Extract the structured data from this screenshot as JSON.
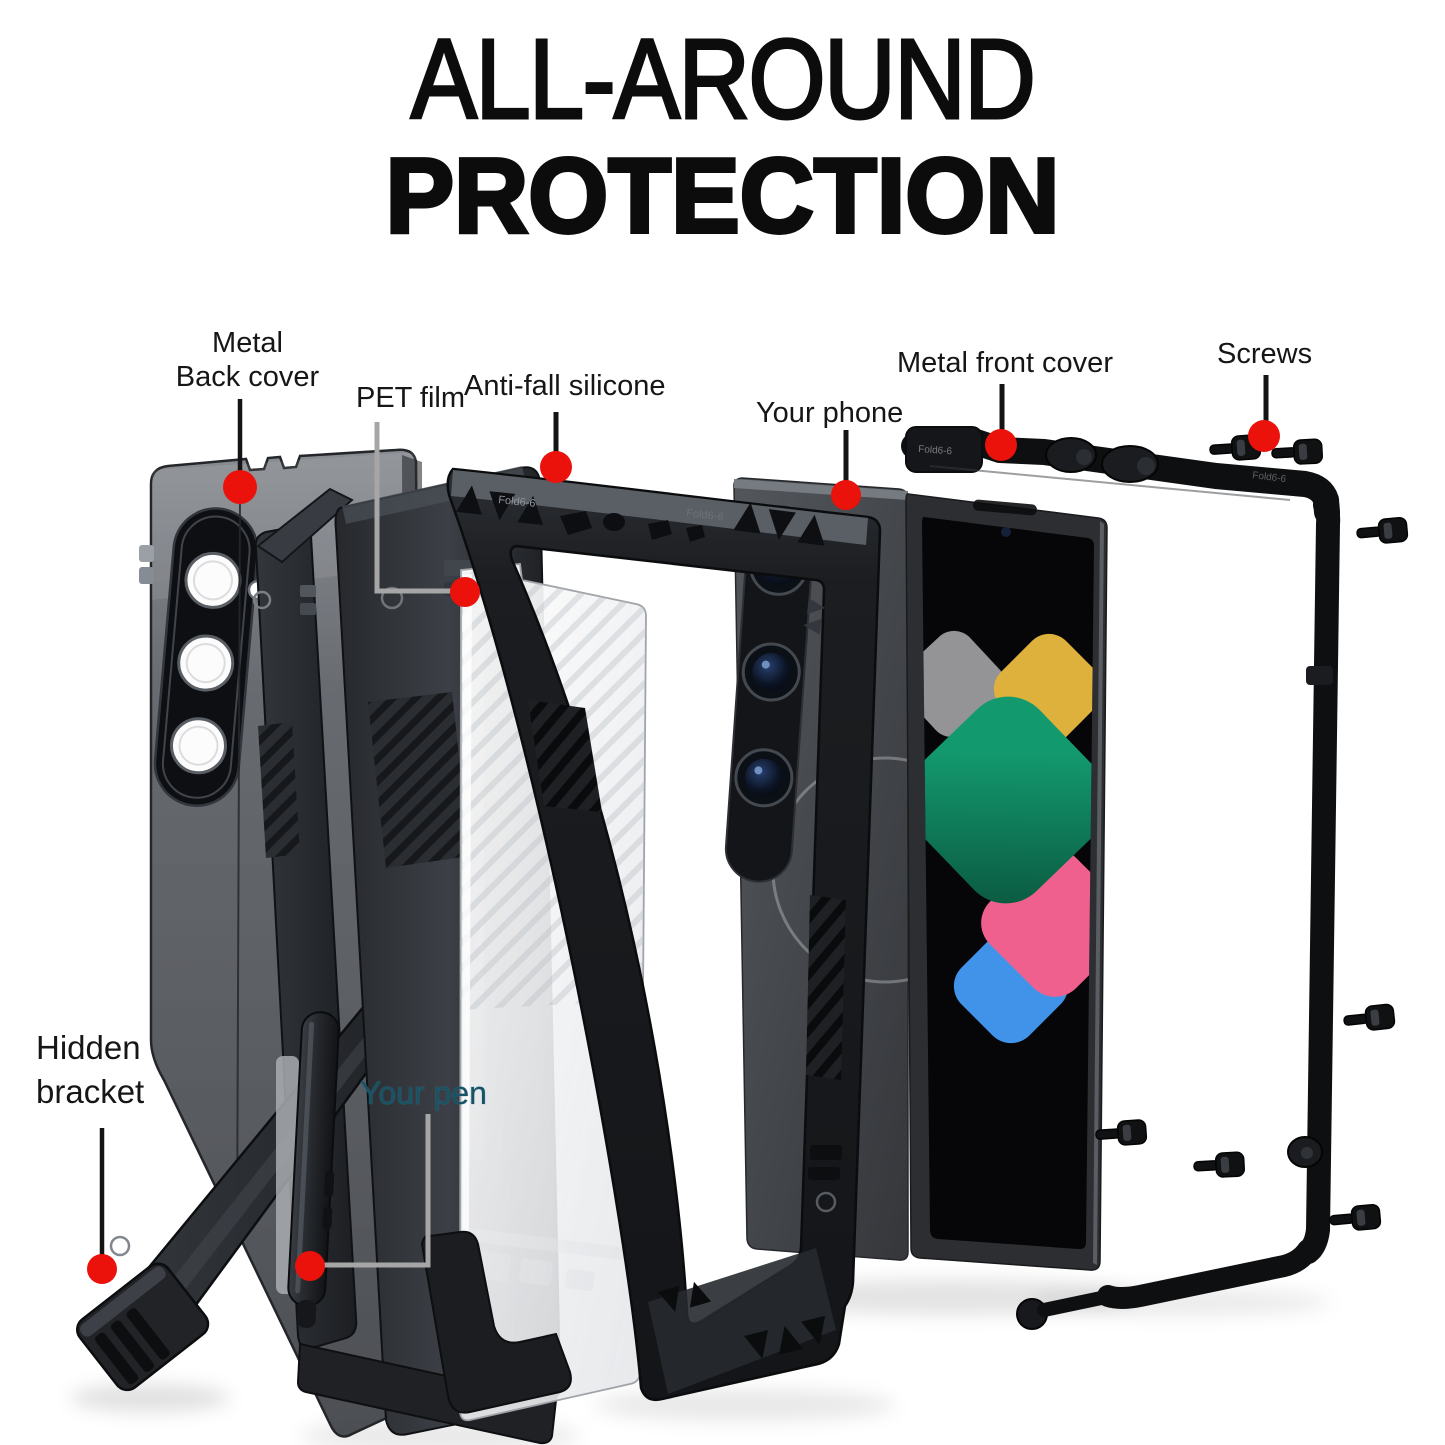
{
  "title": {
    "line1": "ALL-AROUND",
    "line2": "PROTECTION"
  },
  "labels": {
    "metal_back_cover": {
      "line1": "Metal",
      "line2": "Back cover"
    },
    "pet_film": {
      "text": "PET film"
    },
    "anti_fall_silicone": {
      "text": "Anti-fall silicone"
    },
    "your_phone": {
      "text": "Your phone"
    },
    "metal_front_cover": {
      "text": "Metal front cover"
    },
    "screws": {
      "text": "Screws"
    },
    "hidden_bracket": {
      "line1": "Hidden",
      "line2": "bracket"
    },
    "your_pen": {
      "text": "Your pen"
    }
  },
  "part_marking": "Fold6-6",
  "colors": {
    "callout_dot": "#ea120b",
    "leader_black": "#161616",
    "leader_gray": "#a6a6a6",
    "label_text": "#161616",
    "pen_label_text": "#1a5264",
    "title_text": "#0c0c0c",
    "screen_gray": "#949497",
    "screen_yellow": "#ddb13b",
    "screen_green": "#13996e",
    "screen_pink": "#f0608f",
    "screen_blue": "#4193ea"
  }
}
